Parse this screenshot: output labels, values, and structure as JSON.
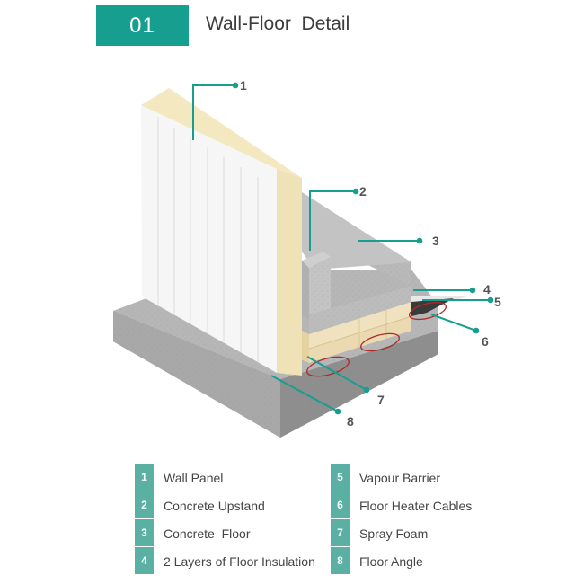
{
  "header": {
    "number": "01",
    "title": "Wall-Floor  Detail"
  },
  "colors": {
    "accent": "#169e8f",
    "legend_badge": "#5ab0a3",
    "heater_cable": "#b02a2a"
  },
  "callouts": [
    "1",
    "2",
    "3",
    "4",
    "5",
    "6",
    "7",
    "8"
  ],
  "legend": {
    "left": [
      {
        "num": "1",
        "label": "Wall Panel"
      },
      {
        "num": "2",
        "label": "Concrete Upstand"
      },
      {
        "num": "3",
        "label": "Concrete  Floor"
      },
      {
        "num": "4",
        "label": "2 Layers of Floor Insulation"
      }
    ],
    "right": [
      {
        "num": "5",
        "label": "Vapour Barrier"
      },
      {
        "num": "6",
        "label": "Floor Heater Cables"
      },
      {
        "num": "7",
        "label": "Spray Foam"
      },
      {
        "num": "8",
        "label": "Floor Angle"
      }
    ]
  }
}
